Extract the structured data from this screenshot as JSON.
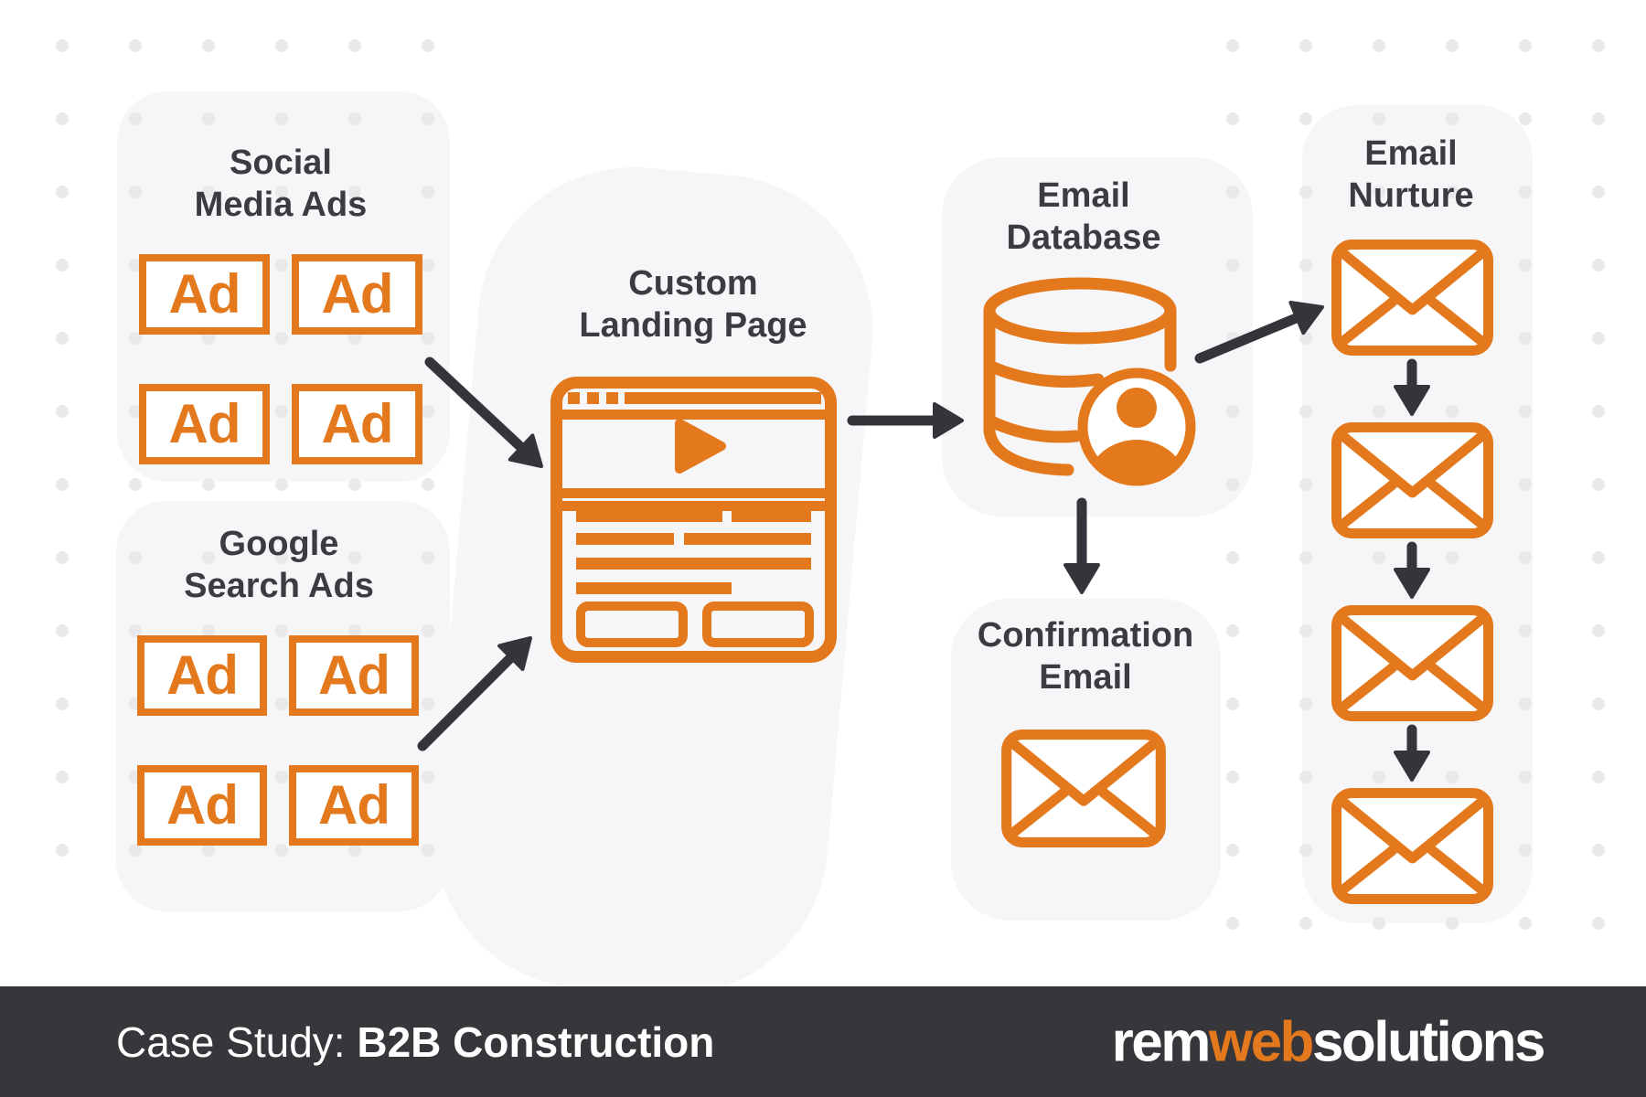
{
  "sections": {
    "social_ads": {
      "line1": "Social",
      "line2": "Media Ads",
      "ad_label": "Ad"
    },
    "google_ads": {
      "line1": "Google",
      "line2": "Search Ads",
      "ad_label": "Ad"
    },
    "landing_page": {
      "line1": "Custom",
      "line2": "Landing Page"
    },
    "database": {
      "line1": "Email",
      "line2": "Database"
    },
    "confirmation": {
      "line1": "Confirmation",
      "line2": "Email"
    },
    "nurture": {
      "line1": "Email",
      "line2": "Nurture",
      "email_count": 4
    }
  },
  "footer": {
    "case_prefix": "Case Study: ",
    "case_highlight": "B2B Construction",
    "logo_part1": "rem",
    "logo_part2": "web",
    "logo_part3": "solutions"
  },
  "colors": {
    "brand_orange": "#e4781c",
    "charcoal_text": "#3b3b41",
    "arrow": "#34353b",
    "footer_bar": "#36363b",
    "card_gray": "#f6f6f8",
    "dot_gray": "#e9e9ec"
  }
}
